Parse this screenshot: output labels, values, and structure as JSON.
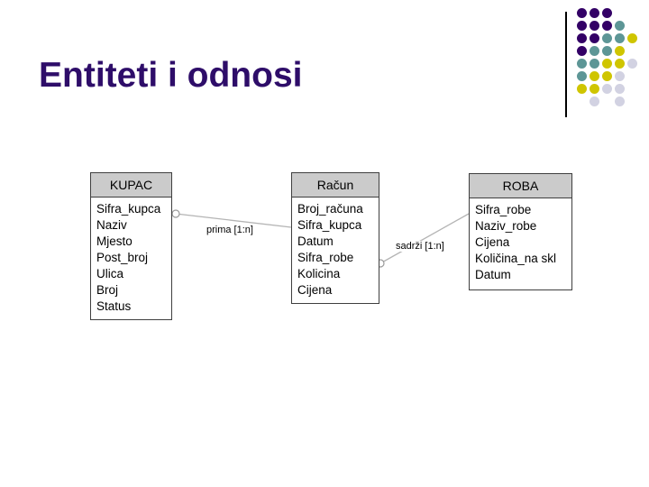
{
  "slide": {
    "title": "Entiteti i odnosi",
    "title_color": "#2e0d69",
    "background": "#ffffff"
  },
  "diagram": {
    "entities": [
      {
        "name": "KUPAC",
        "attributes": [
          "Sifra_kupca",
          "Naziv",
          "Mjesto",
          "Post_broj",
          "Ulica",
          "Broj",
          "Status"
        ]
      },
      {
        "name": "Račun",
        "attributes": [
          "Broj_računa",
          "Sifra_kupca",
          "Datum",
          "Sifra_robe",
          "Kolicina",
          "Cijena"
        ]
      },
      {
        "name": "ROBA",
        "attributes": [
          "Sifra_robe",
          "Naziv_robe",
          "Cijena",
          "Količina_na skl",
          "Datum"
        ]
      }
    ],
    "relations": [
      {
        "from": "KUPAC",
        "to": "Račun",
        "label": "prima [1:n]"
      },
      {
        "from": "Račun",
        "to": "ROBA",
        "label": "sadrži [1:n]"
      }
    ],
    "colors": {
      "header_fill": "#cbcbcb",
      "box_border": "#3f3f3f",
      "connector": "#b4b4b4"
    }
  },
  "decoration": {
    "dot_palette": {
      "P": "#330066",
      "T": "#5d9696",
      "Y": "#cfc500",
      "L": "#d2d2e2"
    },
    "dot_pattern": [
      "PPP..",
      "PPPT.",
      "PPTTY",
      "PTTY.",
      "TTYYL",
      "TYYL.",
      "YYLL.",
      ".L.L."
    ]
  }
}
